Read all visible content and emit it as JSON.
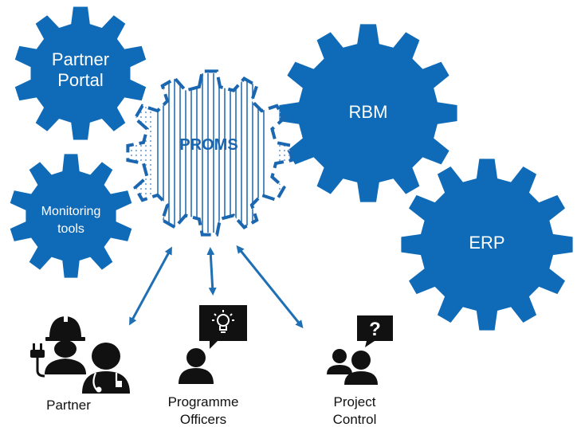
{
  "colors": {
    "gear_blue": "#0f6bb8",
    "arrow_blue": "#1e6fb4",
    "dot_blue": "#7fa9d6",
    "icon_black": "#111111"
  },
  "gears": {
    "partner_portal": {
      "line1": "Partner",
      "line2": "Portal"
    },
    "monitoring_tools": {
      "line1": "Monitoring",
      "line2": "tools"
    },
    "rbm": {
      "label": "RBM"
    },
    "erp": {
      "label": "ERP"
    },
    "proms": {
      "label": "PROMS"
    }
  },
  "people": {
    "partner": {
      "line1": "Partner",
      "icon": "worker-and-doctor-icon"
    },
    "programme_officers": {
      "line1": "Programme",
      "line2": "Officers",
      "icon": "person-with-lightbulb-icon"
    },
    "project_control": {
      "line1": "Project",
      "line2": "Control",
      "icon": "people-with-question-icon"
    }
  }
}
